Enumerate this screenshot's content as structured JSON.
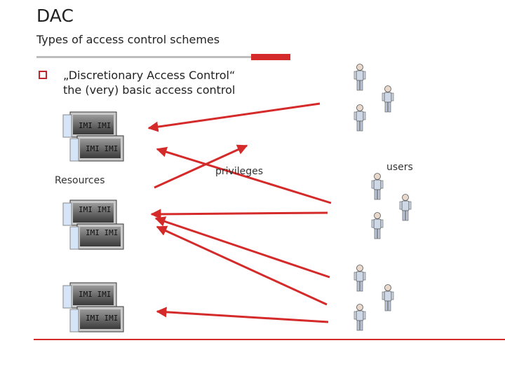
{
  "slide": {
    "title": "DAC",
    "subtitle": "Types of access control schemes",
    "bullet_line1": "„Discretionary Access Control“",
    "bullet_line2": "the (very) basic access control"
  },
  "labels": {
    "resources": "Resources",
    "privileges": "privileges",
    "users": "users"
  },
  "monitor_screen_text": "IMI IMI",
  "colors": {
    "accent_red": "#d42a2a",
    "rule_grey": "#bdbdbd"
  },
  "icons": {
    "resource": "server-stack-icon",
    "user": "person-icon",
    "bullet": "hollow-square-bullet-icon"
  }
}
